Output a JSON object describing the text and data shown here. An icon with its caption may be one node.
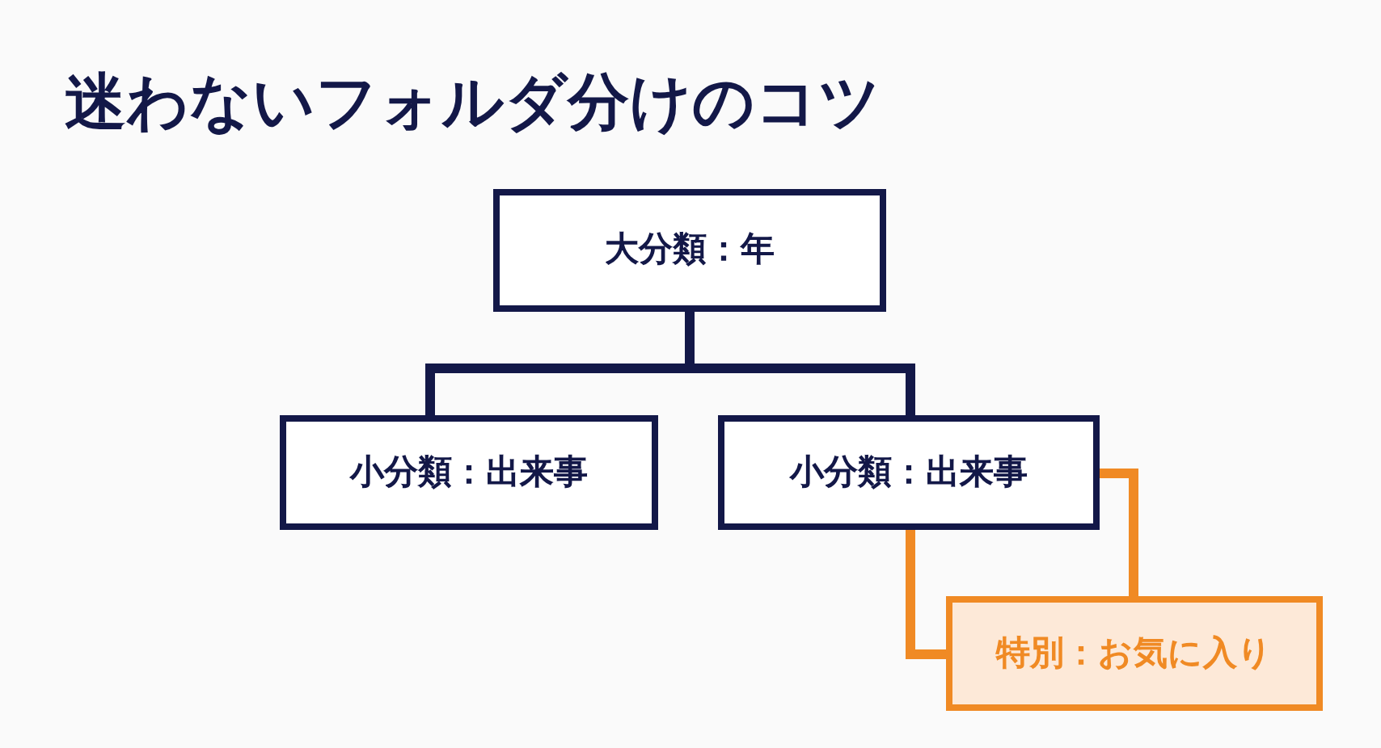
{
  "diagram": {
    "title": "迷わないフォルダ分けのコツ",
    "nodes": [
      {
        "text": [
          "大分類：年"
        ]
      },
      {
        "text": [
          "小分類：出来事"
        ]
      },
      {
        "text": [
          "小分類：出来事"
        ]
      },
      {
        "text": [
          "特別：お気に入り"
        ]
      }
    ],
    "edges": [
      {
        "from": 0,
        "to": 1,
        "arrow": "none"
      },
      {
        "from": 0,
        "to": 2,
        "arrow": "none"
      },
      {
        "from": 2,
        "to": 3,
        "arrow": "none",
        "color": "#f08a24"
      },
      {
        "from": 2,
        "to": 3,
        "arrow": "none",
        "color": "#f08a24"
      }
    ]
  }
}
